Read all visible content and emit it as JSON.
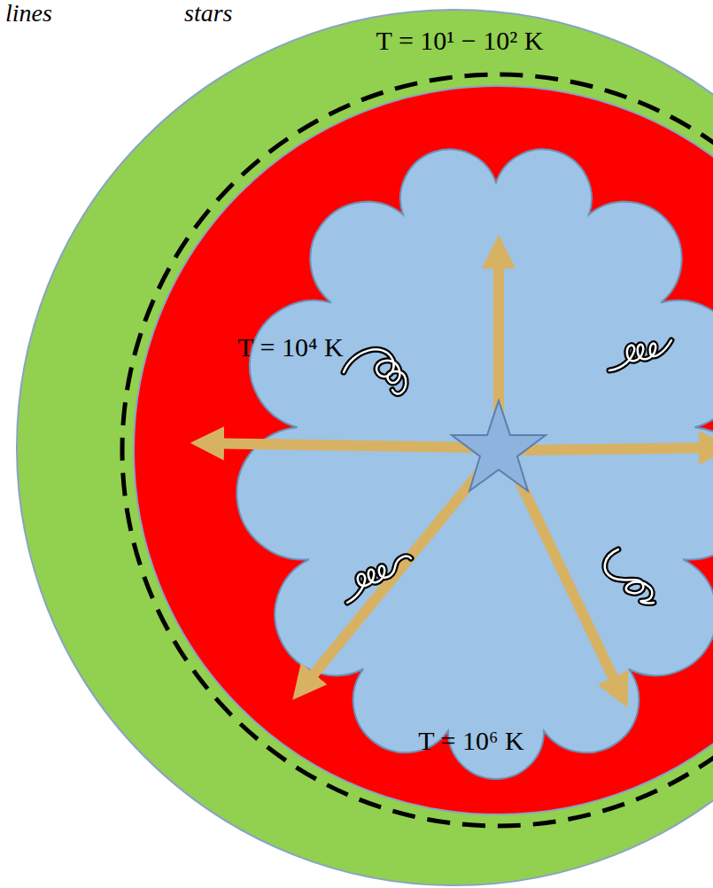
{
  "diagram": {
    "nodes": [
      {
        "text": [
          "T = 10¹ − 10² K"
        ]
      },
      {
        "text": [
          "T = 10⁴ K"
        ],
        "in": 0
      },
      {
        "text": [
          "T = 10⁶ K"
        ],
        "in": 1
      }
    ],
    "labels": [
      "lines",
      "stars"
    ]
  }
}
